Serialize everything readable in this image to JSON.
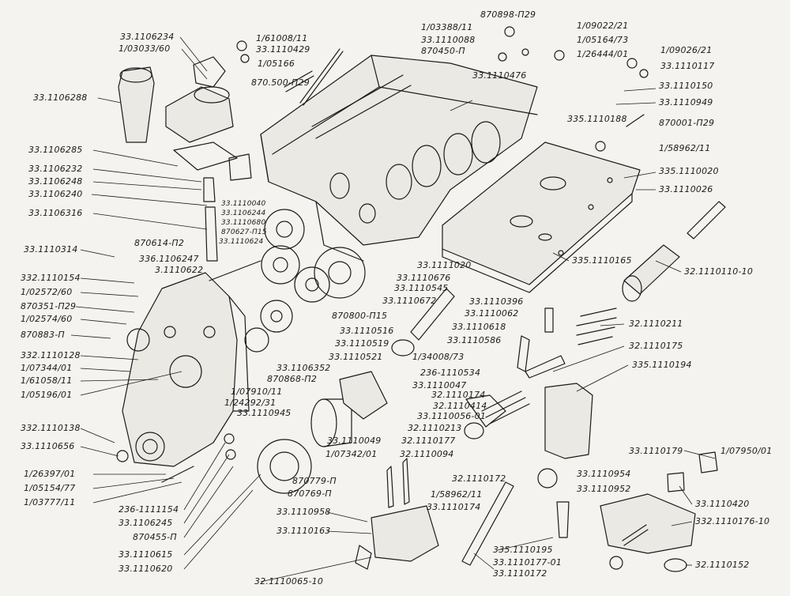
{
  "diagram": {
    "labels": {
      "l_1": "33.1106234",
      "l_2": "1/03033/60",
      "l_3": "33.1106288",
      "l_4": "33.1106285",
      "l_5": "33.1106232",
      "l_6": "33.1106248",
      "l_7": "33.1106240",
      "l_8": "33.1106316",
      "l_9": "33.1110314",
      "l_10": "332.1110154",
      "l_11": "1/02572/60",
      "l_12": "870351-П29",
      "l_13": "1/02574/60",
      "l_14": "870883-П",
      "l_15": "332.1110128",
      "l_16": "1/07344/01",
      "l_17": "1/61058/11",
      "l_18": "1/05196/01",
      "l_19": "332.1110138",
      "l_20": "33.1110656",
      "l_21": "1/26397/01",
      "l_22": "1/05154/77",
      "l_23": "1/03777/11",
      "l_24": "1/61008/11",
      "l_25": "33.1110429",
      "l_26": "1/05166",
      "l_27": "870.500-П29",
      "l_28": "1/03388/11",
      "l_29": "33.1110088",
      "l_30": "870450-П",
      "l_31": "870898-П29",
      "l_32": "1/09022/21",
      "l_33": "1/05164/73",
      "l_34": "1/26444/01",
      "l_35": "1/09026/21",
      "l_36": "33.1110117",
      "l_37": "33.1110476",
      "l_38": "33.1110150",
      "l_39": "33.1110949",
      "l_40": "335.1110188",
      "l_41": "870001-П29",
      "l_42": "1/58962/11",
      "l_43": "335.1110020",
      "l_44": "33.1110026",
      "l_45": "33.1110040",
      "l_46": "33.1106244",
      "l_47": "33.1110680",
      "l_48": "870627-П15",
      "l_49": "33.1110624",
      "l_50": "870614-П2",
      "l_51": "336.1106247",
      "l_52": "3.1110622",
      "l_53": "33.1111020",
      "l_54": "33.1110676",
      "l_55": "33.1110545",
      "l_56": "33.1110672",
      "l_57": "33.1110396",
      "l_58": "33.1110062",
      "l_59": "335.1110165",
      "l_60": "32.1110110-10",
      "l_61": "870800-П15",
      "l_62": "33.1110516",
      "l_63": "33.1110519",
      "l_64": "33.1110521",
      "l_65": "33.1110618",
      "l_66": "33.1110586",
      "l_67": "1/34008/73",
      "l_68": "32.1110211",
      "l_69": "32.1110175",
      "l_70": "335.1110194",
      "l_71": "33.1106352",
      "l_72": "870868-П2",
      "l_73": "1/07910/11",
      "l_74": "1/24292/31",
      "l_75": "33.1110945",
      "l_76": "236-1110534",
      "l_77": "33.1110047",
      "l_78": "32.1110174",
      "l_79": "32.1110414",
      "l_80": "33.1110056-01",
      "l_81": "32.1110213",
      "l_82": "33.1110049",
      "l_83": "32.1110177",
      "l_84": "1/07342/01",
      "l_85": "32.1110094",
      "l_86": "236-1111154",
      "l_87": "33.1106245",
      "l_88": "870455-П",
      "l_89": "33.1110615",
      "l_90": "33.1110620",
      "l_91": "870779-П",
      "l_92": "870769-П",
      "l_93": "33.1110958",
      "l_94": "33.1110163",
      "l_95": "32.1110065-10",
      "l_96": "32.1110172",
      "l_97": "1/58962/11",
      "l_98": "33.1110174",
      "l_99": "33.1110954",
      "l_100": "33.1110952",
      "l_101": "335.1110195",
      "l_102": "33.1110177-01",
      "l_103": "33.1110172",
      "l_104": "33.1110179",
      "l_105": "1/07950/01",
      "l_106": "33.1110420",
      "l_107": "332.1110176-10",
      "l_108": "32.1110152"
    }
  }
}
